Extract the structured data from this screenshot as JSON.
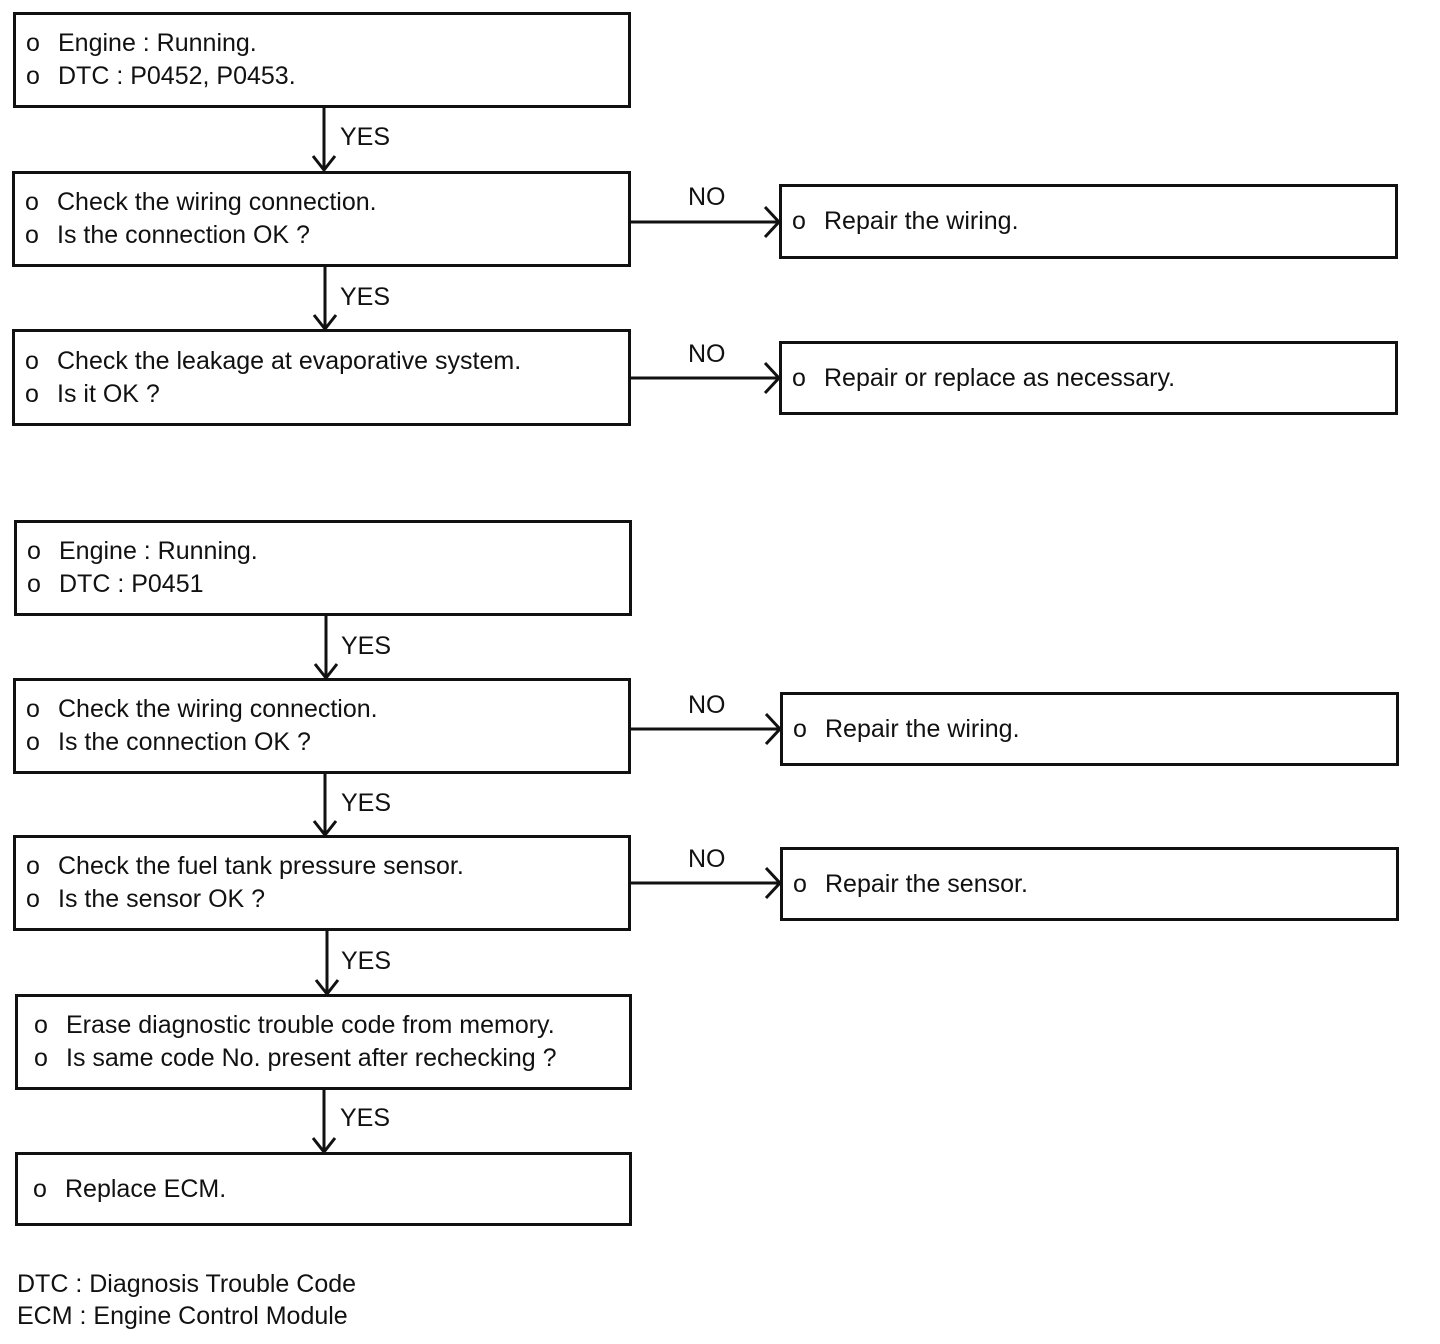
{
  "flow1": {
    "start": {
      "bullet": "o",
      "lines": [
        "Engine : Running.",
        "DTC : P0452, P0453."
      ]
    },
    "step1": {
      "bullet": "o",
      "lines": [
        "Check the wiring connection.",
        "Is the connection OK ?"
      ]
    },
    "step1_no": {
      "bullet": "o",
      "text": "Repair the wiring."
    },
    "step2": {
      "bullet": "o",
      "lines": [
        "Check the leakage at evaporative system.",
        "Is it OK ?"
      ]
    },
    "step2_no": {
      "bullet": "o",
      "text": "Repair or replace as necessary."
    }
  },
  "flow2": {
    "start": {
      "bullet": "o",
      "lines": [
        "Engine : Running.",
        "DTC : P0451"
      ]
    },
    "step1": {
      "bullet": "o",
      "lines": [
        "Check the wiring connection.",
        "Is the connection OK ?"
      ]
    },
    "step1_no": {
      "bullet": "o",
      "text": "Repair the wiring."
    },
    "step2": {
      "bullet": "o",
      "lines": [
        "Check the fuel tank pressure sensor.",
        "Is the sensor OK ?"
      ]
    },
    "step2_no": {
      "bullet": "o",
      "text": "Repair the sensor."
    },
    "step3": {
      "bullet": "o",
      "lines": [
        "Erase diagnostic trouble code from memory.",
        "Is same code No. present after rechecking ?"
      ]
    },
    "end": {
      "bullet": "o",
      "text": "Replace ECM."
    }
  },
  "labels": {
    "yes": "YES",
    "no": "NO"
  },
  "legend": [
    "DTC : Diagnosis Trouble Code",
    "ECM : Engine Control Module"
  ]
}
